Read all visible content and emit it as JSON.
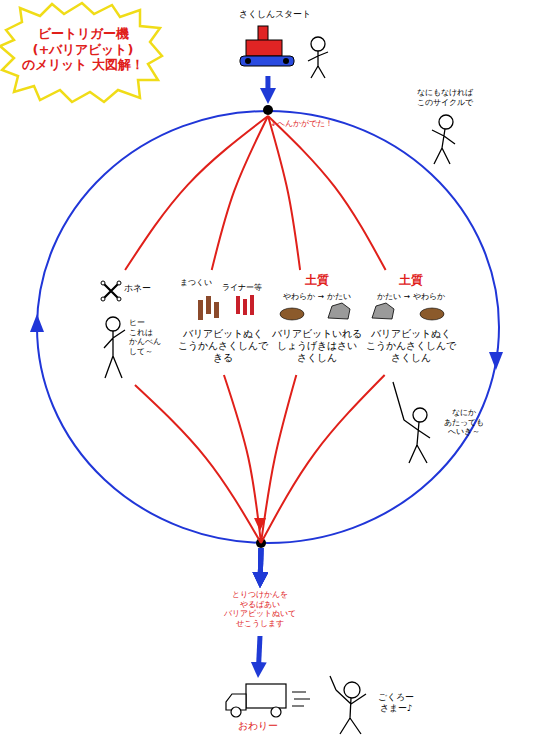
{
  "diagram": {
    "title": "ビートリガー機 (+バリアビット) のメリット 大図解！",
    "nodes": [
      {
        "text": [
          "さくしんスタート"
        ]
      },
      {
        "text": [
          "↓へんかがでた！"
        ]
      },
      {
        "text": [
          "ホネー",
          "ヒー これは かんべんして～"
        ]
      },
      {
        "text": [
          "まつくい",
          "ライナー等",
          "バリアビットぬく こうかんさくしんで きる"
        ]
      },
      {
        "text": [
          "土質",
          "やわらか → かたい",
          "バリアビットいれる しょうげきはさい さくしん"
        ]
      },
      {
        "text": [
          "土質",
          "かたい → やわらか",
          "バリアビットぬく こうかんさくしんで さくしん"
        ]
      },
      {
        "text": [
          "とりつけかんを やるばあい バリアビットぬいて せこうします"
        ]
      },
      {
        "text": [
          "おわりー"
        ]
      }
    ],
    "edges": [
      {
        "from": 0,
        "to": 1,
        "arrow": "to"
      },
      {
        "from": 1,
        "to": 2,
        "arrow": "none"
      },
      {
        "from": 1,
        "to": 3,
        "arrow": "none"
      },
      {
        "from": 1,
        "to": 4,
        "arrow": "none"
      },
      {
        "from": 1,
        "to": 5,
        "arrow": "none"
      },
      {
        "from": 2,
        "to": 6,
        "arrow": "to"
      },
      {
        "from": 3,
        "to": 6,
        "arrow": "to"
      },
      {
        "from": 4,
        "to": 6,
        "arrow": "to"
      },
      {
        "from": 5,
        "to": 6,
        "arrow": "to"
      },
      {
        "from": 6,
        "to": 7,
        "arrow": "to"
      }
    ],
    "labels": [
      "なにもなければ このサイクルで",
      "なにか あたっても へいき～",
      "ごくろー さまー♪"
    ]
  }
}
